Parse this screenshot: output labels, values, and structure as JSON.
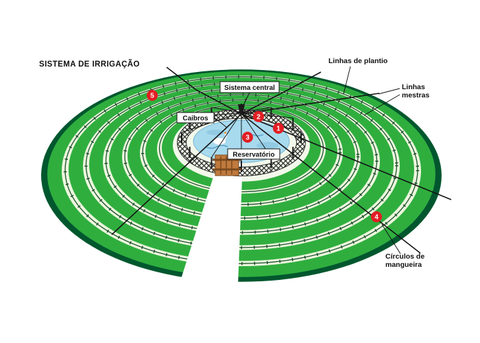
{
  "title": "SISTEMA DE IRRIGAÇÃO",
  "labels": {
    "linhas_de_plantio": "Linhas de plantio",
    "linhas_mestras_line1": "Linhas",
    "linhas_mestras_line2": "mestras",
    "sistema_central": "Sistema central",
    "caibros": "Caibros",
    "reservatorio": "Reservatório",
    "circulos_line1": "Círculos de",
    "circulos_line2": "mangueira"
  },
  "markers": [
    {
      "label": "1"
    },
    {
      "label": "2"
    },
    {
      "label": "3"
    },
    {
      "label": "4"
    },
    {
      "label": "5"
    }
  ],
  "colors": {
    "field_green": "#2fae3e",
    "rim_dark_green": "#00572e",
    "band_pale": "#ecf6de",
    "inner_apron": "#f2f8ea",
    "hose_dark": "#1c4f2b",
    "water_blue": "#a8daee",
    "water_shade": "#8cc6e0",
    "marker_red": "#e31e24",
    "wood_brown": "#c07a3e",
    "line_black": "#141414"
  }
}
